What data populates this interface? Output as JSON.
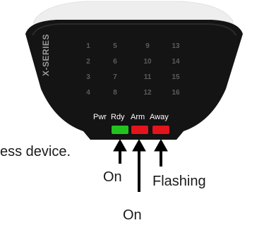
{
  "device": {
    "series_label": "X-SERIES",
    "zones": [
      "1",
      "2",
      "3",
      "4",
      "5",
      "6",
      "7",
      "8",
      "9",
      "10",
      "11",
      "12",
      "13",
      "14",
      "15",
      "16"
    ]
  },
  "leds": [
    {
      "label": "Pwr",
      "color": null
    },
    {
      "label": "Rdy",
      "color": "#22c21e"
    },
    {
      "label": "Arm",
      "color": "#e4141b"
    },
    {
      "label": "Away",
      "color": "#e4141b"
    }
  ],
  "annotations": {
    "side_text": "ess device.",
    "rdy_state": "On",
    "arm_state": "On",
    "away_state": "Flashing"
  },
  "colors": {
    "housing_dark": "#141414",
    "housing_light": "#eeeeee",
    "led_green": "#22c21e",
    "led_red": "#e4141b"
  }
}
